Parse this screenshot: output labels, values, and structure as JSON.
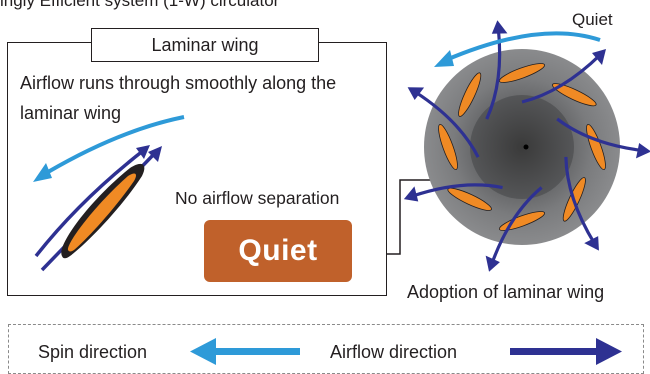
{
  "top_cutoff_text": "ingly Efficient system (1-W) circulator",
  "laminar_box": {
    "title": "Laminar wing",
    "description": "Airflow runs through smoothly along the laminar wing",
    "no_separation": "No airflow separation",
    "quiet_badge": "Quiet"
  },
  "fan": {
    "quiet_label": "Quiet",
    "caption": "Adoption of laminar wing"
  },
  "legend": {
    "spin_direction": "Spin direction",
    "airflow_direction": "Airflow direction"
  },
  "colors": {
    "spin_arrow": "#2e9ad8",
    "airflow_arrow": "#2e3192",
    "blade_orange": "#f08a24",
    "quiet_badge": "#c0612b",
    "fan_body": "#6d6e71"
  },
  "icons": [
    "spin-arrow-icon",
    "airflow-arrow-icon",
    "laminar-wing-icon",
    "circulator-fan-icon"
  ]
}
